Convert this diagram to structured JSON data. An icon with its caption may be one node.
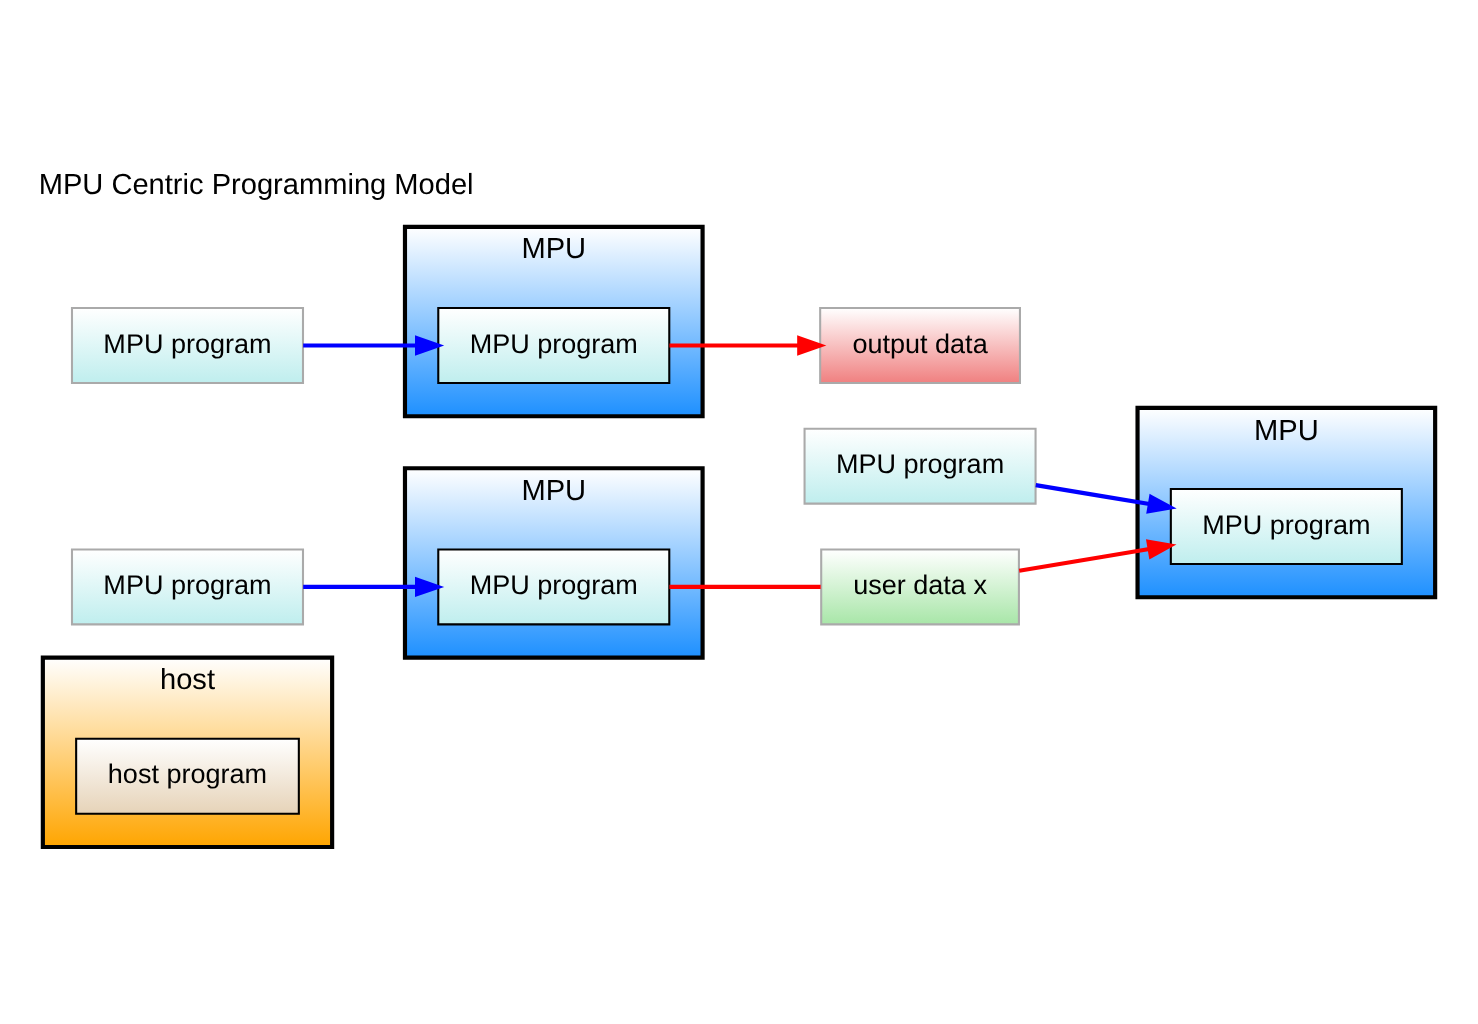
{
  "diagram": {
    "title": "MPU Centric Programming Model",
    "nodes": [
      {
        "text": [
          "host"
        ]
      },
      {
        "text": [
          "host program"
        ],
        "in": 0
      },
      {
        "text": [
          "MPU program"
        ]
      },
      {
        "text": [
          "MPU program"
        ]
      },
      {
        "text": [
          "output data"
        ]
      },
      {
        "text": [
          "MPU program"
        ]
      },
      {
        "text": [
          "MPU"
        ]
      },
      {
        "text": [
          "MPU program"
        ],
        "in": 6
      },
      {
        "text": [
          "MPU"
        ]
      },
      {
        "text": [
          "MPU program"
        ],
        "in": 8
      },
      {
        "text": [
          "MPU"
        ]
      },
      {
        "text": [
          "MPU program"
        ],
        "in": 10
      },
      {
        "text": [
          "user data x"
        ]
      }
    ],
    "edges": [
      {
        "from": 2,
        "to": 7,
        "arrow": "to",
        "color": "#0000ff"
      },
      {
        "from": 3,
        "to": 9,
        "arrow": "to",
        "color": "#0000ff"
      },
      {
        "from": 9,
        "to": 4,
        "arrow": "to",
        "color": "#ff0000"
      },
      {
        "from": 5,
        "to": 11,
        "arrow": "to",
        "color": "#0000ff"
      },
      {
        "from": 11,
        "to": 12,
        "arrow": "none",
        "color": "#ff0000"
      },
      {
        "from": 12,
        "to": 7,
        "arrow": "to",
        "color": "#ff0000"
      }
    ]
  }
}
